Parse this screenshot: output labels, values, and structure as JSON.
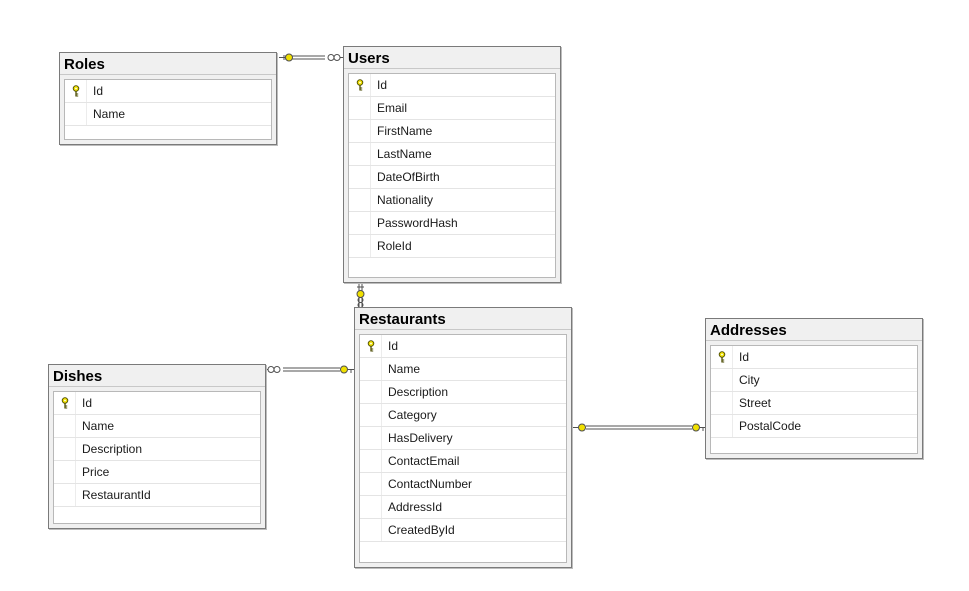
{
  "tables": {
    "roles": {
      "title": "Roles",
      "columns": [
        {
          "name": "Id",
          "pk": true
        },
        {
          "name": "Name"
        }
      ]
    },
    "users": {
      "title": "Users",
      "columns": [
        {
          "name": "Id",
          "pk": true
        },
        {
          "name": "Email"
        },
        {
          "name": "FirstName"
        },
        {
          "name": "LastName"
        },
        {
          "name": "DateOfBirth"
        },
        {
          "name": "Nationality"
        },
        {
          "name": "PasswordHash"
        },
        {
          "name": "RoleId"
        }
      ]
    },
    "restaurants": {
      "title": "Restaurants",
      "columns": [
        {
          "name": "Id",
          "pk": true
        },
        {
          "name": "Name"
        },
        {
          "name": "Description"
        },
        {
          "name": "Category"
        },
        {
          "name": "HasDelivery"
        },
        {
          "name": "ContactEmail"
        },
        {
          "name": "ContactNumber"
        },
        {
          "name": "AddressId"
        },
        {
          "name": "CreatedById"
        }
      ]
    },
    "dishes": {
      "title": "Dishes",
      "columns": [
        {
          "name": "Id",
          "pk": true
        },
        {
          "name": "Name"
        },
        {
          "name": "Description"
        },
        {
          "name": "Price"
        },
        {
          "name": "RestaurantId"
        }
      ]
    },
    "addresses": {
      "title": "Addresses",
      "columns": [
        {
          "name": "Id",
          "pk": true
        },
        {
          "name": "City"
        },
        {
          "name": "Street"
        },
        {
          "name": "PostalCode"
        }
      ]
    }
  },
  "relationships": [
    {
      "from": "roles",
      "to": "users",
      "from_end": "key",
      "to_end": "many"
    },
    {
      "from": "users",
      "to": "restaurants",
      "from_end": "key",
      "to_end": "many"
    },
    {
      "from": "restaurants",
      "to": "dishes",
      "from_end": "key",
      "to_end": "many"
    },
    {
      "from": "restaurants",
      "to": "addresses",
      "from_end": "key",
      "to_end": "key"
    }
  ],
  "colors": {
    "key": "#f0e000",
    "line": "#505050",
    "title_bg": "#f0f0f0",
    "border": "#7a7a7a"
  }
}
